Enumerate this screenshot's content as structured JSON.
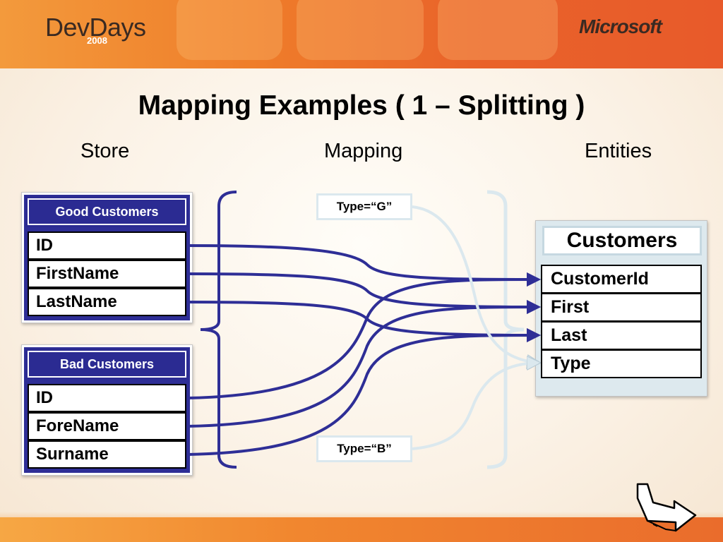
{
  "header": {
    "logo_text": "DevDays",
    "logo_year": "2008",
    "brand": "Microsoft"
  },
  "slide": {
    "title": "Mapping Examples ( 1 – Splitting )",
    "columns": {
      "store": "Store",
      "mapping": "Mapping",
      "entities": "Entities"
    }
  },
  "store_tables": [
    {
      "name": "Good Customers",
      "fields": [
        "ID",
        "FirstName",
        "LastName"
      ]
    },
    {
      "name": "Bad Customers",
      "fields": [
        "ID",
        "ForeName",
        "Surname"
      ]
    }
  ],
  "mapping_conditions": [
    "Type=“G”",
    "Type=“B”"
  ],
  "entity": {
    "name": "Customers",
    "fields": [
      "CustomerId",
      "First",
      "Last",
      "Type"
    ]
  },
  "colors": {
    "header_orange": "#ef7d2a",
    "table_title_blue": "#2b2b92",
    "arrow_blue": "#2e2e96",
    "condition_arrow": "#dbe8ee",
    "entity_frame": "#dde9ee"
  }
}
